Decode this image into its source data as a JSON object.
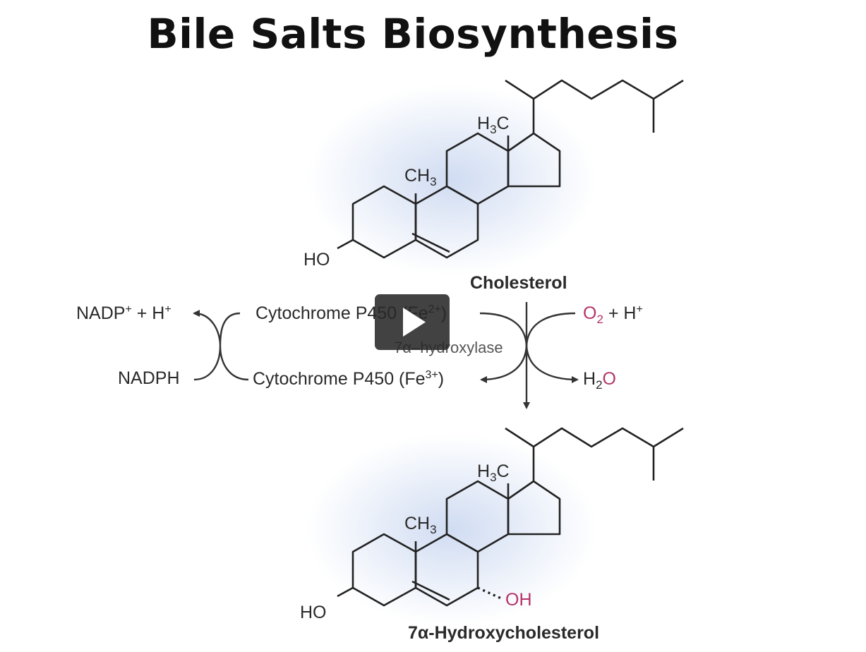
{
  "title": "Bile Salts Biosynthesis",
  "top_molecule": {
    "name": "Cholesterol",
    "methyl_top": {
      "main": "H",
      "sub": "3",
      "tail": "C"
    },
    "methyl_mid": {
      "main": "CH",
      "sub": "3"
    },
    "ho": "HO"
  },
  "bottom_molecule": {
    "name": "7α-Hydroxycholesterol",
    "methyl_top": {
      "main": "H",
      "sub": "3",
      "tail": "C"
    },
    "methyl_mid": {
      "main": "CH",
      "sub": "3"
    },
    "ho": "HO",
    "oh": "OH"
  },
  "reaction": {
    "nadp": {
      "main": "NADP",
      "sup": "+",
      "plus_h": " + H",
      "h_sup": "+"
    },
    "nadph": "NADPH",
    "cyt_fe2": {
      "main": "Cytochrome P450 (Fe",
      "sup": "2+",
      "close": ")"
    },
    "cyt_fe3": {
      "main": "Cytochrome P450 (Fe",
      "sup": "3+",
      "close": ")"
    },
    "enzyme": "7α–hydroxylase",
    "o2": {
      "main": "O",
      "sub": "2"
    },
    "o2_plus_h": {
      "plus": " + H",
      "sup": "+"
    },
    "h2o": {
      "h": "H",
      "sub": "2",
      "o": "O"
    }
  },
  "video": {
    "play_icon": "play-icon"
  },
  "colors": {
    "oxygen_red": "#b5336a",
    "glow": "#c8d6f0",
    "overlay": "#282828"
  }
}
